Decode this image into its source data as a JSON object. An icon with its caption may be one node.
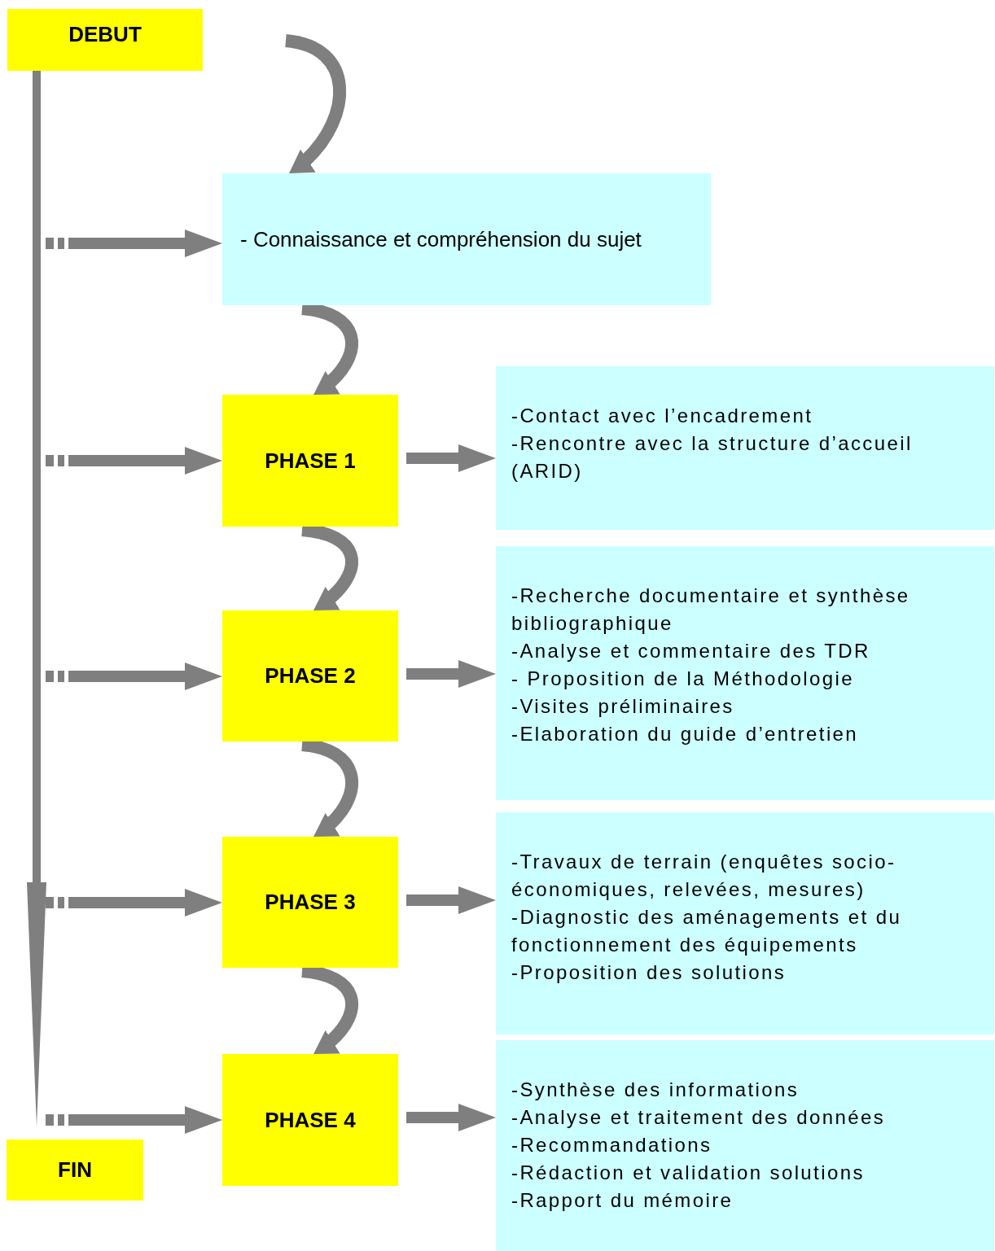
{
  "diagram": {
    "nodes": [
      {
        "text": [
          "DEBUT"
        ]
      },
      {
        "text": [
          "FIN"
        ]
      },
      {
        "text": [
          "- Connaissance et compréhension du sujet"
        ]
      },
      {
        "text": [
          "PHASE 1"
        ]
      },
      {
        "text": [
          "PHASE 2"
        ]
      },
      {
        "text": [
          "PHASE 3"
        ]
      },
      {
        "text": [
          "PHASE 4"
        ]
      },
      {
        "text": [
          "-Contact avec l’encadrement",
          "-Rencontre avec la structure d’accueil (ARID)"
        ]
      },
      {
        "text": [
          "-Recherche documentaire et synthèse bibliographique",
          "-Analyse et commentaire des TDR",
          "- Proposition de la Méthodologie",
          "-Visites préliminaires",
          "-Elaboration du guide d’entretien"
        ]
      },
      {
        "text": [
          "-Travaux de terrain (enquêtes socio-économiques, relevées, mesures)",
          "-Diagnostic des aménagements et du fonctionnement des équipements",
          "-Proposition des solutions"
        ]
      },
      {
        "text": [
          "-Synthèse des informations",
          "-Analyse et traitement des données",
          "-Recommandations",
          "-Rédaction et validation solutions",
          "-Rapport du mémoire"
        ]
      }
    ],
    "edges": [
      {
        "from": 0,
        "to": 1,
        "arrow": "to"
      },
      {
        "from": null,
        "to": 2,
        "arrow": "to"
      },
      {
        "from": 2,
        "to": 3,
        "arrow": "to"
      },
      {
        "from": 3,
        "to": 4,
        "arrow": "to"
      },
      {
        "from": 4,
        "to": 5,
        "arrow": "to"
      },
      {
        "from": 5,
        "to": 6,
        "arrow": "to"
      },
      {
        "from": null,
        "to": 2,
        "arrow": "to",
        "style": "dashed"
      },
      {
        "from": null,
        "to": 3,
        "arrow": "to",
        "style": "dashed"
      },
      {
        "from": null,
        "to": 4,
        "arrow": "to",
        "style": "dashed"
      },
      {
        "from": null,
        "to": 5,
        "arrow": "to",
        "style": "dashed"
      },
      {
        "from": null,
        "to": 6,
        "arrow": "to",
        "style": "dashed"
      },
      {
        "from": 3,
        "to": 7,
        "arrow": "to"
      },
      {
        "from": 4,
        "to": 8,
        "arrow": "to"
      },
      {
        "from": 5,
        "to": 9,
        "arrow": "to"
      },
      {
        "from": 6,
        "to": 10,
        "arrow": "to"
      }
    ]
  }
}
